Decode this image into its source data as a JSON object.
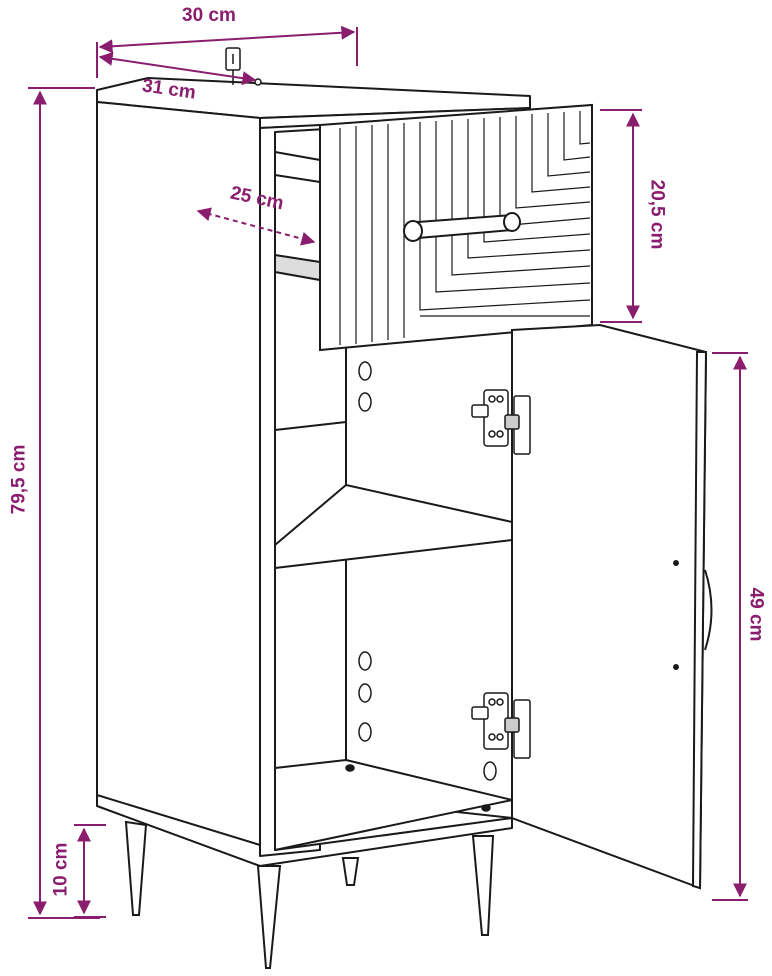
{
  "colors": {
    "dimension": "#8a1d6e",
    "line": "#1a1a1a",
    "fill": "#ffffff"
  },
  "dimensions": {
    "top_width": "30 cm",
    "top_depth": "31 cm",
    "drawer_depth": "25 cm",
    "drawer_height": "20,5 cm",
    "total_height": "79,5 cm",
    "door_height": "49 cm",
    "leg_height": "10 cm"
  }
}
